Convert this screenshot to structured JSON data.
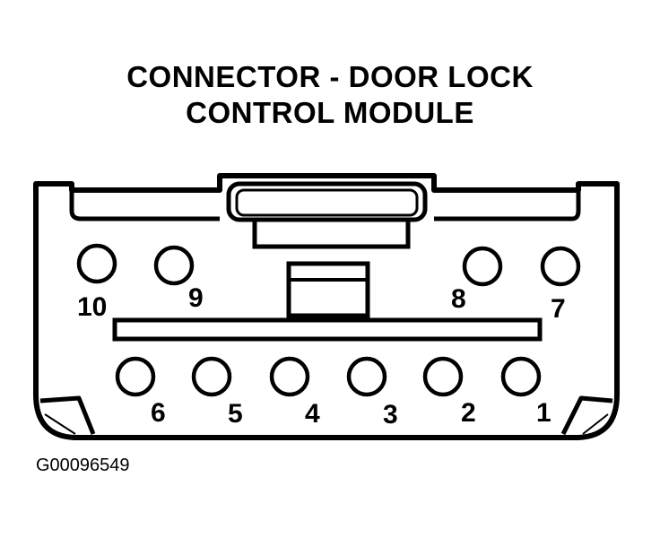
{
  "title": {
    "line1": "CONNECTOR - DOOR LOCK",
    "line2": "CONTROL MODULE"
  },
  "pins": [
    {
      "number": "10",
      "row": "top"
    },
    {
      "number": "9",
      "row": "top"
    },
    {
      "number": "8",
      "row": "top"
    },
    {
      "number": "7",
      "row": "top"
    },
    {
      "number": "6",
      "row": "bottom"
    },
    {
      "number": "5",
      "row": "bottom"
    },
    {
      "number": "4",
      "row": "bottom"
    },
    {
      "number": "3",
      "row": "bottom"
    },
    {
      "number": "2",
      "row": "bottom"
    },
    {
      "number": "1",
      "row": "bottom"
    }
  ],
  "figure_id": "G00096549"
}
